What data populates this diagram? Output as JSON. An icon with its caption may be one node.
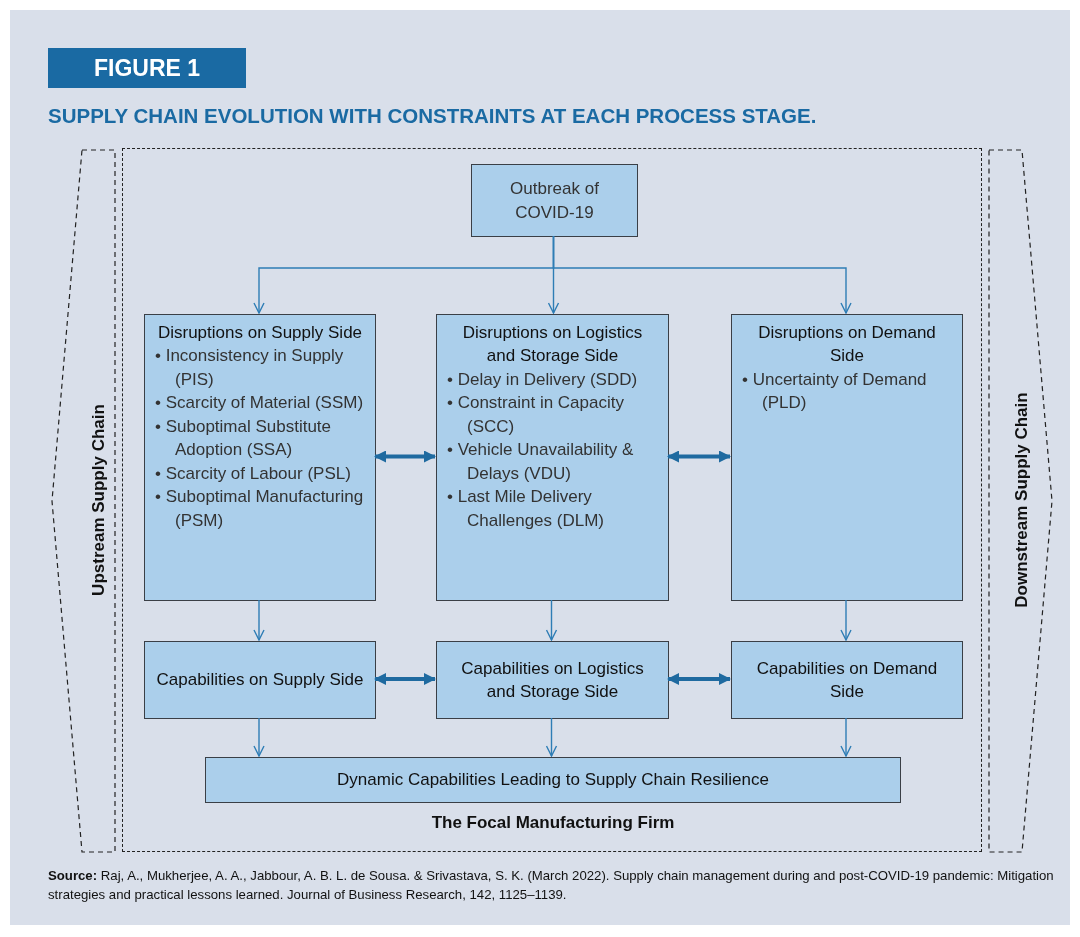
{
  "diagram": {
    "title": "SUPPLY CHAIN EVOLUTION WITH CONSTRAINTS AT EACH PROCESS STAGE.",
    "caption": "**Source:** Raj, A., Mukherjee, A. A., Jabbour, A. B. L. de Sousa. & Srivastava, S. K. (March 2022). Supply chain management during and post-COVID-19 pandemic: Mitigation strategies and practical lessons learned. Journal of Business Research, 142, 1125–1139.",
    "nodes": [
      {
        "text": [
          "Upstream Supply Chain"
        ]
      },
      {
        "text": [
          "The Focal Manufacturing Firm"
        ]
      },
      {
        "text": [
          "Downstream Supply Chain"
        ]
      },
      {
        "text": [
          "Outbreak of COVID-19"
        ],
        "in": 1
      },
      {
        "text": [
          "Disruptions on Supply Side",
          "• Inconsistency in Supply (PIS)",
          "• Scarcity of Material (SSM)",
          "• Suboptimal Substitute Adoption (SSA)",
          "• Scarcity of Labour (PSL)",
          "• Suboptimal Manufacturing (PSM)"
        ],
        "in": 1
      },
      {
        "text": [
          "Disruptions on Logistics and Storage Side",
          "• Delay in Delivery (SDD)",
          "• Constraint in Capacity (SCC)",
          "• Vehicle Unavailability & Delays (VDU)",
          "• Last Mile Delivery Challenges (DLM)"
        ],
        "in": 1
      },
      {
        "text": [
          "Disruptions on Demand Side",
          "• Uncertainty of Demand (PLD)"
        ],
        "in": 1
      },
      {
        "text": [
          "Capabilities on Supply Side"
        ],
        "in": 1
      },
      {
        "text": [
          "Capabilities on Logistics and Storage Side"
        ],
        "in": 1
      },
      {
        "text": [
          "Capabilities on Demand Side"
        ],
        "in": 1
      },
      {
        "text": [
          "Dynamic Capabilities Leading to Supply Chain Resilience"
        ],
        "in": 1
      }
    ],
    "edges": [
      {
        "from": 3,
        "to": 4,
        "arrow": "to"
      },
      {
        "from": 3,
        "to": 5,
        "arrow": "to"
      },
      {
        "from": 3,
        "to": 6,
        "arrow": "to"
      },
      {
        "from": 4,
        "to": 5,
        "arrow": "both",
        "style": "thick"
      },
      {
        "from": 5,
        "to": 6,
        "arrow": "both",
        "style": "thick"
      },
      {
        "from": 4,
        "to": 7,
        "arrow": "to"
      },
      {
        "from": 5,
        "to": 8,
        "arrow": "to"
      },
      {
        "from": 6,
        "to": 9,
        "arrow": "to"
      },
      {
        "from": 7,
        "to": 8,
        "arrow": "both",
        "style": "thick"
      },
      {
        "from": 8,
        "to": 9,
        "arrow": "both",
        "style": "thick"
      },
      {
        "from": 7,
        "to": 10,
        "arrow": "to"
      },
      {
        "from": 8,
        "to": 10,
        "arrow": "to"
      },
      {
        "from": 9,
        "to": 10,
        "arrow": "to"
      }
    ],
    "labels": [
      "FIGURE 1"
    ]
  }
}
